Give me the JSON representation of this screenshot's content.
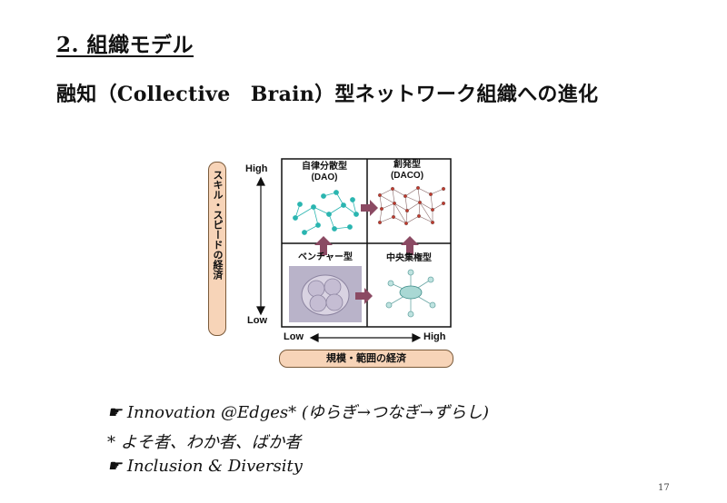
{
  "slide": {
    "title": "2. 組織モデル",
    "subtitle": "融知（Collective　Brain）型ネットワーク組織への進化",
    "page_number": "17"
  },
  "diagram": {
    "y_axis_label": "スキル・スピードの経済",
    "x_axis_label": "規模・範囲の経済",
    "y_high": "High",
    "y_low": "Low",
    "x_low": "Low",
    "x_high": "High",
    "quadrants": {
      "top_left": {
        "name": "自律分散型",
        "abbr": "(DAO)"
      },
      "top_right": {
        "name": "創発型",
        "abbr": "(DACO)"
      },
      "bottom_left": {
        "name": "ベンチャー型"
      },
      "bottom_right": {
        "name": "中央集権型"
      }
    },
    "colors": {
      "arrow": "#8b4a63",
      "label_bg": "#f7d4b8",
      "node_teal": "#2ab5b0",
      "node_red": "#c0392b"
    }
  },
  "bullets": [
    {
      "icon": "pointing-hand-icon",
      "marker": "☛",
      "text": "Innovation @Edges* (ゆらぎ→つなぎ→ずらし)"
    },
    {
      "icon": "",
      "marker": "",
      "text": "* よそ者、わか者、ばか者"
    },
    {
      "icon": "pointing-hand-icon",
      "marker": "☛",
      "text": "Inclusion & Diversity"
    }
  ]
}
